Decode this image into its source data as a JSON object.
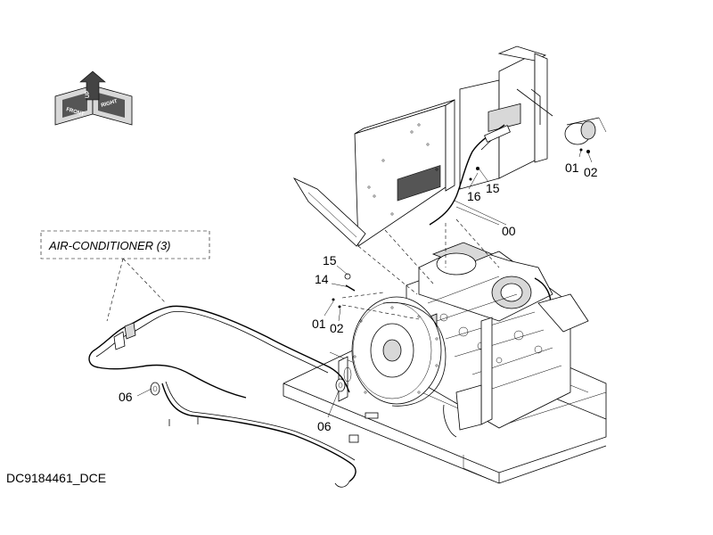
{
  "drawing": {
    "id": "DC9184461_DCE",
    "section_label": "AIR-CONDITIONER (3)"
  },
  "orientation": {
    "up": "UP",
    "front": "FRONT",
    "right": "RIGHT"
  },
  "callouts": {
    "c00": "00",
    "c01_top": "01",
    "c02_top": "02",
    "c16": "16",
    "c15_top": "15",
    "c15_mid": "15",
    "c14": "14",
    "c01_mid": "01",
    "c02_mid": "02",
    "c06_left": "06",
    "c06_mid": "06"
  }
}
